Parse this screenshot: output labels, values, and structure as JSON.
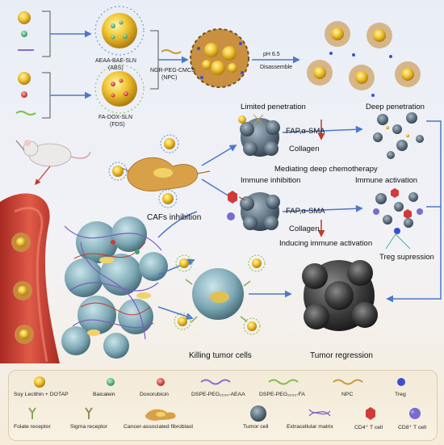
{
  "labels": {
    "abs_name": "AEAA-BAE-SLN",
    "abs_abbr": "(ABS)",
    "fds_name": "FA-DOX-SLN",
    "fds_abbr": "(FDS)",
    "npc_name": "NGR-PEG-CMCS",
    "npc_abbr": "(NPC)",
    "ph": "pH 6.5",
    "disassemble": "Disassemble",
    "limited": "Limited penetration",
    "deep": "Deep penetration",
    "fap1": "FAP,α-SMA",
    "collagen1": "Collagen",
    "mediating": "Mediating deep chemotherapy",
    "immune_inhibition": "Immune inhibition",
    "immune_activation": "Immune activation",
    "fap2": "FAP,α-SMA",
    "collagen2": "Collagen",
    "inducing": "Inducing immune activation",
    "treg": "Treg supression",
    "cafs": "CAFs inhibition",
    "killing": "Killing tumor cells",
    "regression": "Tumor regression"
  },
  "legend": {
    "soy": "Soy Lecithin + DOTAP",
    "baicalein": "Baicalein",
    "dox": "Doxorubicin",
    "dspe_aeaa": "DSPE-PEG₂₀₀₀-AEAA",
    "dspe_fa": "DSPE-PEG₂₀₀₀-FA",
    "npc": "NPC",
    "treg": "Treg",
    "folate": "Folate receptor",
    "sigma": "Sigma receptor",
    "caf": "Cancer-associated fibroblast",
    "tumor": "Tumor cell",
    "ecm": "Extracellular matrix",
    "cd4": "CD4⁺ T cell",
    "cd8": "CD8⁺ T cell"
  },
  "colors": {
    "gold": "#e8b820",
    "baicalein": "#3aa56a",
    "dox": "#d23a3a",
    "tumor": "#5c6f7e",
    "arrow": "#4c78c8",
    "vessel": "#c0392b",
    "fibroblast": "#d9a04a"
  }
}
